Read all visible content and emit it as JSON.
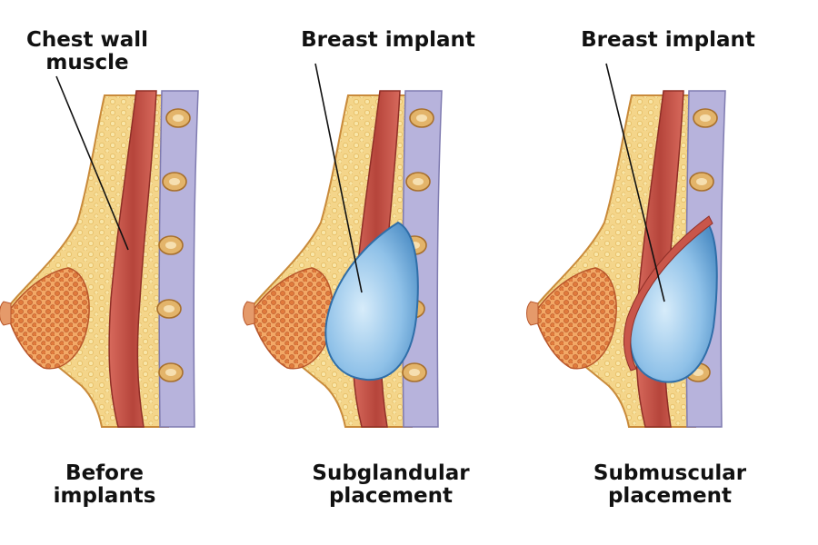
{
  "labels": {
    "chest_wall_muscle": [
      "Chest wall",
      "muscle"
    ],
    "breast_implant_subglandular": "Breast implant",
    "breast_implant_submuscular": "Breast implant"
  },
  "captions": {
    "before": [
      "Before",
      "implants"
    ],
    "subglandular": [
      "Subglandular",
      "placement"
    ],
    "submuscular": [
      "Submuscular",
      "placement"
    ]
  },
  "colors": {
    "background": "#ffffff",
    "fat_tissue": "#f4d58a",
    "muscle": "#c9564a",
    "gland_lobules": "#e58a4a",
    "implant": "#8fc1e8",
    "rib": "#e3b46a",
    "pleura": "#b7b3dc"
  }
}
